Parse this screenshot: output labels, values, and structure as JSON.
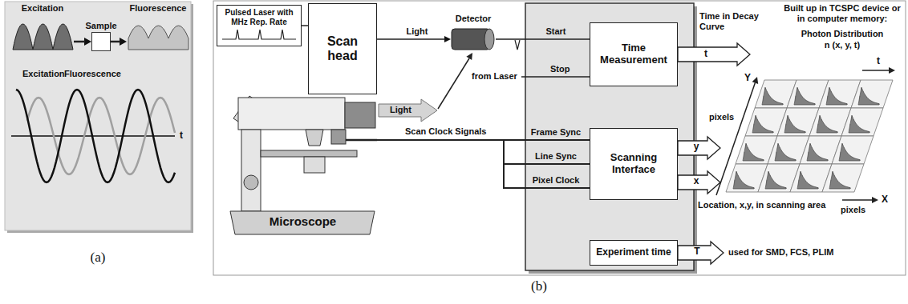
{
  "diagram": {
    "nodes": [
      {
        "text": [
          "Excitation"
        ]
      },
      {
        "text": [
          "Sample"
        ]
      },
      {
        "text": [
          "Fluorescence"
        ]
      },
      {
        "text": [
          "Pulsed Laser with MHz Rep. Rate"
        ]
      },
      {
        "text": [
          "Scan head"
        ]
      },
      {
        "text": [
          "Detector"
        ]
      },
      {
        "text": [
          "Microscope"
        ]
      },
      {
        "text": [
          "Time Measurement"
        ]
      },
      {
        "text": [
          "Scanning Interface"
        ]
      },
      {
        "text": [
          "Experiment time"
        ]
      }
    ],
    "edges": [
      {
        "from": 0,
        "to": 1,
        "arrow": "to"
      },
      {
        "from": 1,
        "to": 2,
        "arrow": "to"
      },
      {
        "from": 3,
        "to": 4,
        "arrow": "none"
      },
      {
        "from": 4,
        "to": 5,
        "arrow": "to",
        "label": "Light"
      },
      {
        "from": 5,
        "to": 7,
        "arrow": "none",
        "label": "Start"
      },
      {
        "from": 6,
        "to": 8,
        "arrow": "none",
        "label": "Frame Sync"
      },
      {
        "from": 6,
        "to": 8,
        "arrow": "none",
        "label": "Line Sync"
      },
      {
        "from": 6,
        "to": 8,
        "arrow": "none",
        "label": "Pixel Clock"
      }
    ],
    "labels": [
      "Excitation",
      "Fluorescence",
      "t",
      "(a)",
      "Light",
      "Scan Clock Signals",
      "from Laser",
      "Stop",
      "Time in Decay Curve",
      "t",
      "y",
      "x",
      "Location, x,y, in scanning area",
      "T",
      "used for SMD, FCS, PLIM",
      "Built up in TCSPC device or in computer memory:",
      "Photon Distribution",
      "n (x, y, t)",
      "t",
      "pixels",
      "Y",
      "X",
      "pixels",
      "(b)"
    ]
  }
}
